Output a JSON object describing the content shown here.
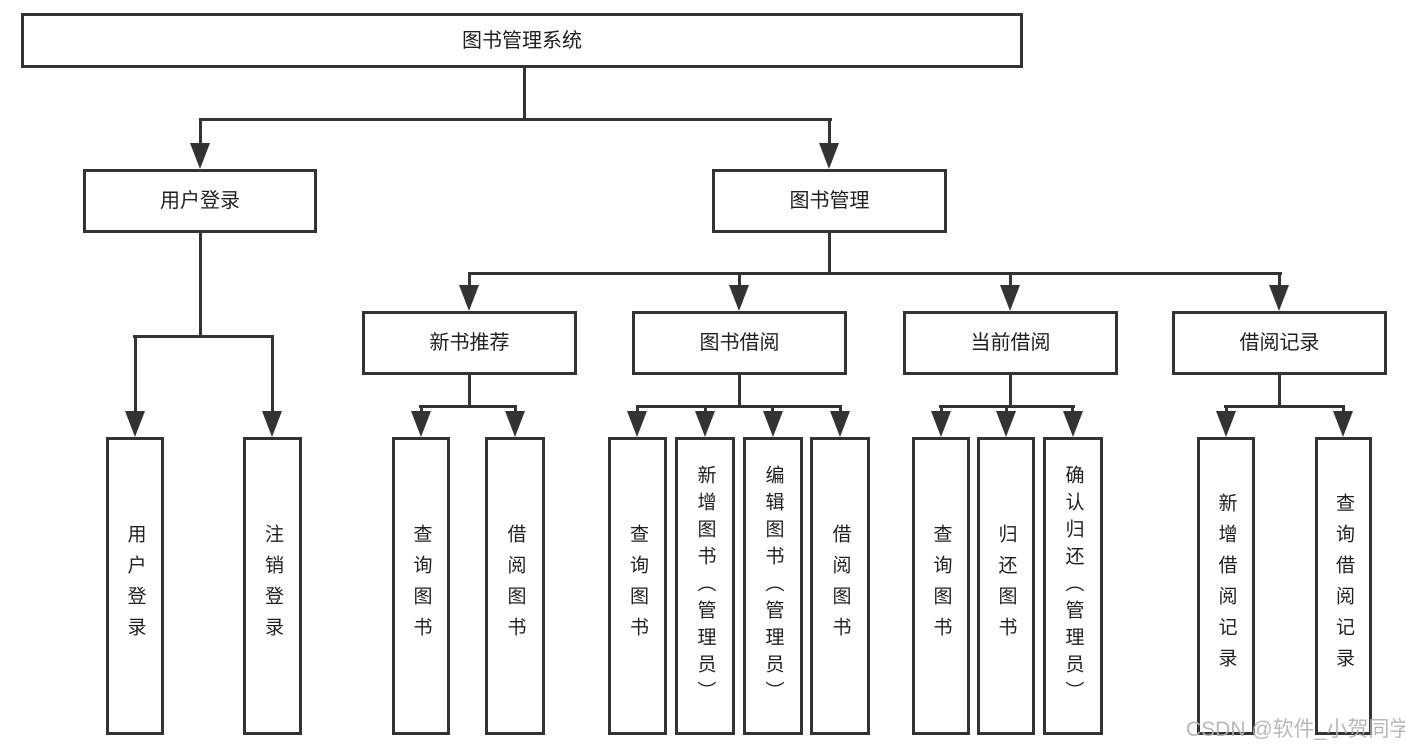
{
  "diagram": {
    "root": {
      "label": "图书管理系统"
    },
    "level2": [
      {
        "label": "用户登录"
      },
      {
        "label": "图书管理"
      }
    ],
    "level3": [
      {
        "label": "新书推荐"
      },
      {
        "label": "图书借阅"
      },
      {
        "label": "当前借阅"
      },
      {
        "label": "借阅记录"
      }
    ],
    "leaves": [
      {
        "label": "用户登录"
      },
      {
        "label": "注销登录"
      },
      {
        "label": "查询图书"
      },
      {
        "label": "借阅图书"
      },
      {
        "label": "查询图书"
      },
      {
        "label": "新增图书（管理员）"
      },
      {
        "label": "编辑图书（管理员）"
      },
      {
        "label": "借阅图书"
      },
      {
        "label": "查询图书"
      },
      {
        "label": "归还图书"
      },
      {
        "label": "确认归还（管理员）"
      },
      {
        "label": "新增借阅记录"
      },
      {
        "label": "查询借阅记录"
      }
    ]
  },
  "watermark": {
    "text": "CSDN @软件_小贺同学"
  },
  "colors": {
    "line": "#333333",
    "text": "#1f1f1f",
    "watermark": "#b2b2b2",
    "background": "#ffffff"
  }
}
